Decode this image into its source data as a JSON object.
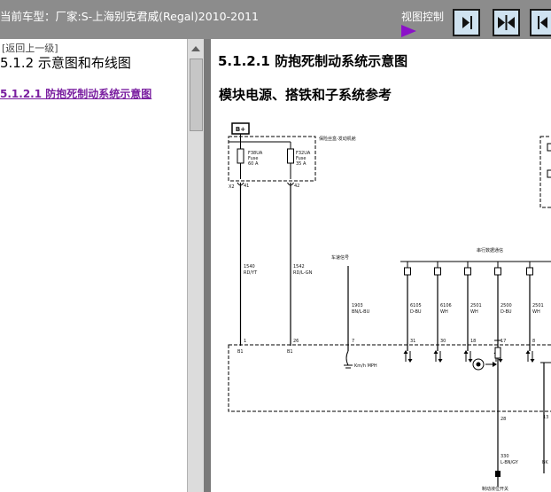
{
  "header": {
    "title": "当前车型：厂家:S-上海别克君威(Regal)2010-2011",
    "view_control_label": "视图控制"
  },
  "left": {
    "back_label": "[返回上一级]",
    "heading": "5.1.2 示意图和布线图",
    "link": "5.1.2.1 防抱死制动系统示意图"
  },
  "right": {
    "heading": "5.1.2.1 防抱死制动系统示意图",
    "subheading": "模块电源、搭铁和子系统参考"
  },
  "diagram": {
    "battery_label": "B+",
    "fuse_box_label": "保险丝盒-发动机舱",
    "connector_label": "X2",
    "fuses": [
      {
        "name": "F38UA",
        "kind": "Fuse",
        "rating": "60 A",
        "pin": "41"
      },
      {
        "name": "F32UA",
        "kind": "Fuse",
        "rating": "35 A",
        "pin": "42"
      }
    ],
    "wires": [
      {
        "circuit": "1540",
        "color": "RD/YT",
        "pin": "1",
        "block": "B1"
      },
      {
        "circuit": "1542",
        "color": "RD/L-GN",
        "pin": "26",
        "block": "B1"
      }
    ],
    "speed_module_label": "车速信号",
    "speed_wire": {
      "circuit": "1903",
      "color": "BN/L-BU",
      "pin": "7"
    },
    "speed_symbol_label": "Km/h MPH",
    "bus_label": "串行数据通信",
    "bus_wires": [
      {
        "circuit": "6105",
        "color": "D-BU",
        "pin": "31"
      },
      {
        "circuit": "6106",
        "color": "WH",
        "pin": "30"
      },
      {
        "circuit": "2501",
        "color": "WH",
        "pin": "18"
      },
      {
        "circuit": "2500",
        "color": "D-BU",
        "pin": "17"
      },
      {
        "circuit": "2501",
        "color": "WH",
        "pin": "8"
      }
    ],
    "lower_wire": {
      "circuit": "330",
      "color": "L-BN/GY",
      "pin": "28"
    },
    "lower_wire_right": {
      "color": "BK",
      "pin": "13"
    },
    "lower_module_label": "制动液位开关"
  }
}
